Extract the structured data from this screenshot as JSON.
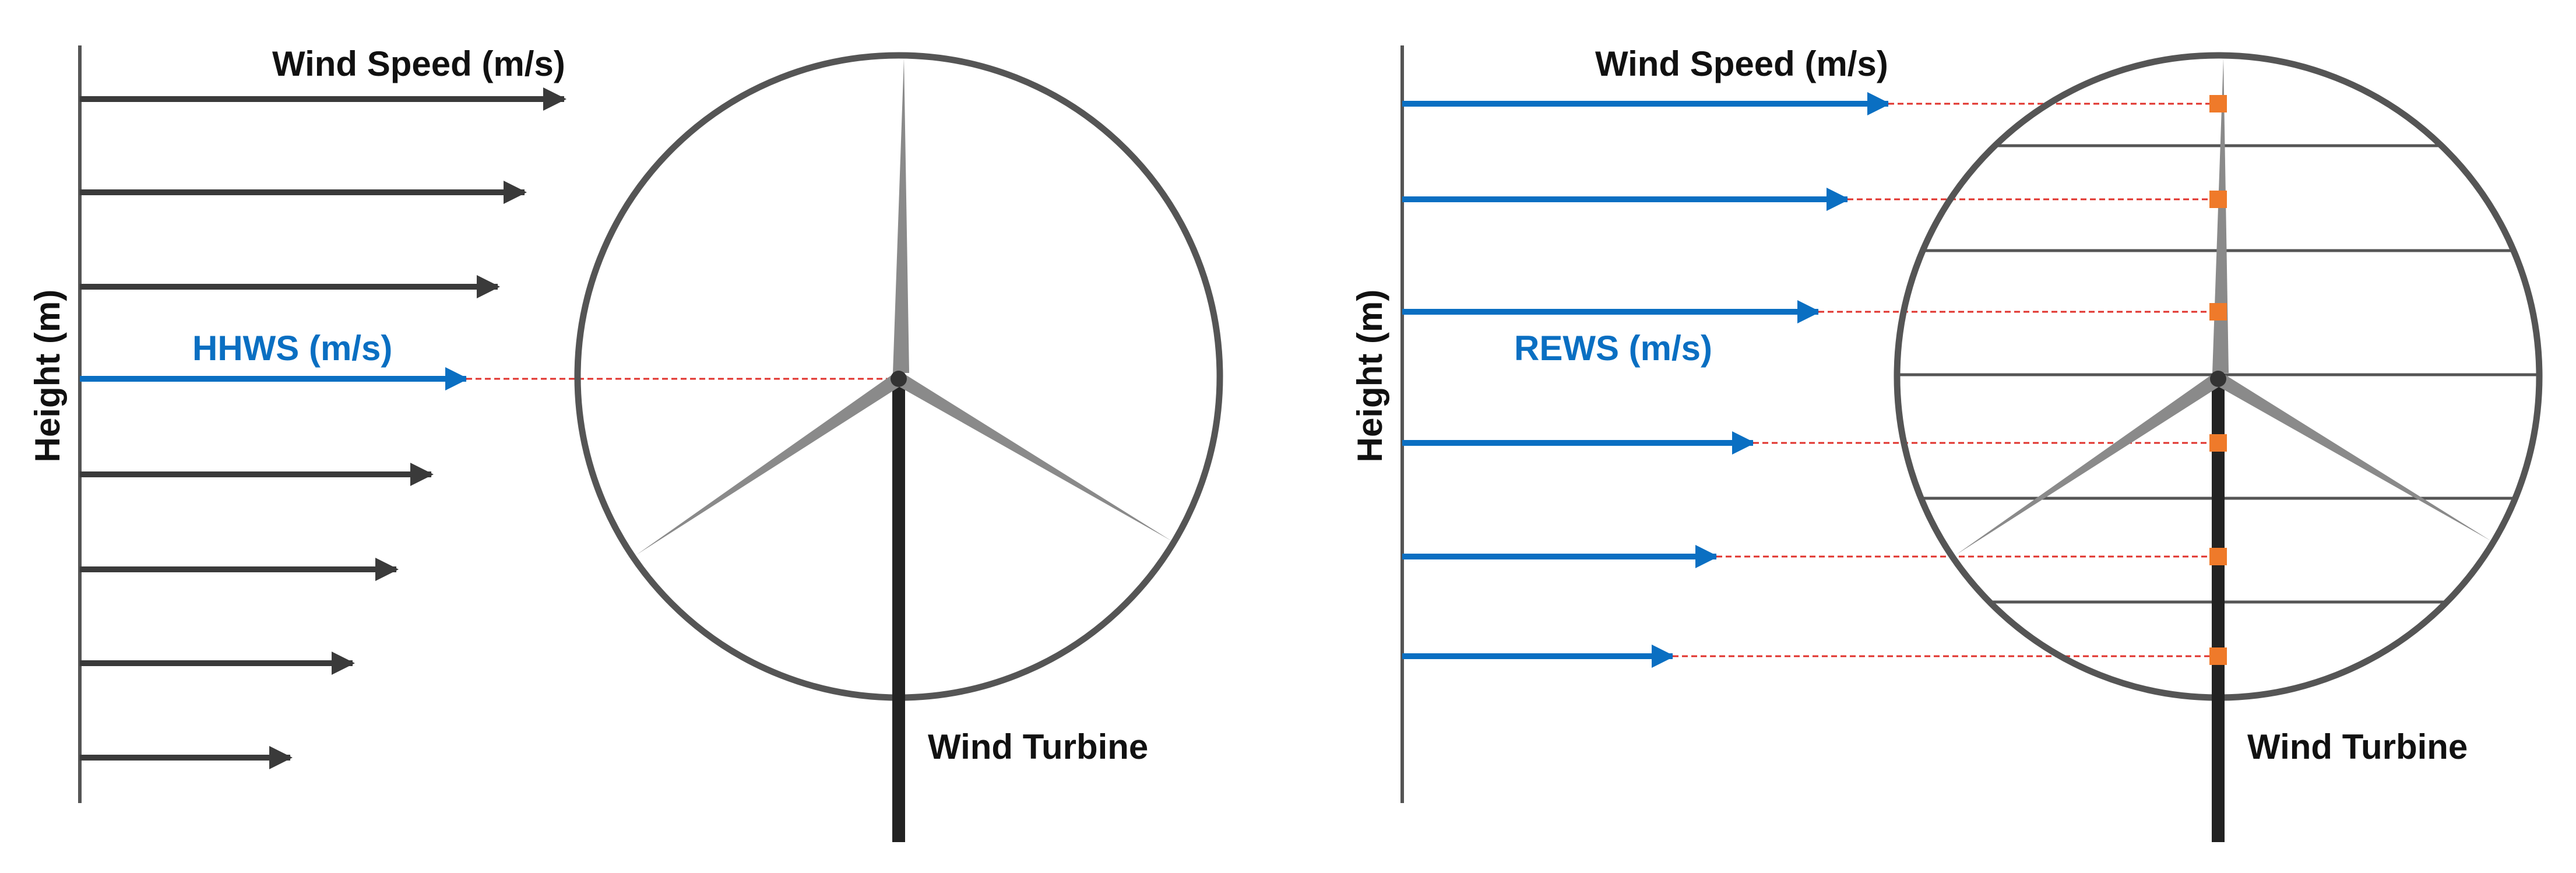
{
  "colors": {
    "dark_arrow": "#3a3a3a",
    "blue": "#0a6fc2",
    "dashed_red": "#e0312b",
    "orange": "#ef7a2a",
    "rotor_circle": "#555555",
    "blade": "#8a8a8a",
    "tower": "#222222",
    "axis": "#555555",
    "text": "#111111"
  },
  "left_panel": {
    "wind_speed_label": "Wind Speed (m/s)",
    "height_label": "Height (m)",
    "hhws_label": "HHWS (m/s)",
    "turbine_label": "Wind Turbine"
  },
  "right_panel": {
    "wind_speed_label": "Wind Speed (m/s)",
    "height_label": "Height (m)",
    "rews_label": "REWS (m/s)",
    "turbine_label": "Wind Turbine"
  }
}
